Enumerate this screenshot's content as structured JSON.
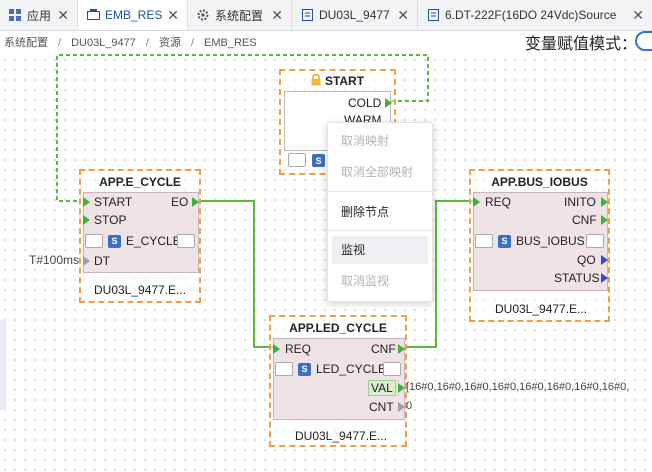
{
  "tabs": [
    {
      "label": "应用",
      "icon": "grid-icon",
      "active": false
    },
    {
      "label": "EMB_RES",
      "icon": "device-icon",
      "active": true
    },
    {
      "label": "系统配置",
      "icon": "gear-icon",
      "active": false
    },
    {
      "label": "DU03L_9477",
      "icon": "document-icon",
      "active": false
    },
    {
      "label": "6.DT-222F(16DO 24Vdc)Source",
      "icon": "document-icon",
      "active": false
    }
  ],
  "close_glyph": "✕",
  "breadcrumb": [
    "系统配置",
    "DU03L_9477",
    "资源",
    "EMB_RES"
  ],
  "breadcrumb_sep": "/",
  "mode_label": "变量赋值模式：",
  "blocks": {
    "start": {
      "title": "START",
      "outputs": [
        "COLD",
        "WARM"
      ]
    },
    "e_cycle": {
      "title": "APP.E_CYCLE",
      "event_inputs": [
        "START",
        "STOP"
      ],
      "event_outputs": [
        "EO"
      ],
      "type_name": "E_CYCLE",
      "data_inputs": [
        "DT"
      ],
      "device": "DU03L_9477.E..."
    },
    "led_cycle": {
      "title": "APP.LED_CYCLE",
      "event_inputs": [
        "REQ"
      ],
      "event_outputs": [
        "CNF"
      ],
      "type_name": "LED_CYCLE",
      "data_outputs": [
        "VAL",
        "CNT"
      ],
      "device": "DU03L_9477.E..."
    },
    "bus_iobus": {
      "title": "APP.BUS_IOBUS",
      "event_inputs": [
        "REQ"
      ],
      "event_outputs": [
        "INITO",
        "CNF"
      ],
      "type_name": "BUS_IOBUS",
      "data_outputs": [
        "QO",
        "STATUS"
      ],
      "device": "DU03L_9477.E..."
    }
  },
  "values": {
    "dt_value": "T#100ms",
    "val_value": "[16#0,16#0,16#0,16#0,16#0,16#0,16#0,16#0,",
    "cnt_value": "0"
  },
  "type_icon_letter": "S",
  "context_menu": [
    {
      "label": "取消映射",
      "enabled": false
    },
    {
      "label": "取消全部映射",
      "enabled": false
    },
    {
      "label": "删除节点",
      "enabled": true
    },
    {
      "label": "监视",
      "enabled": true,
      "hovered": true
    },
    {
      "label": "取消监视",
      "enabled": false
    }
  ],
  "colors": {
    "event_wire": "#5cb83a",
    "init_wire": "#5cb83a",
    "block_border": "#f0a042",
    "accent": "#1f4fa8"
  }
}
